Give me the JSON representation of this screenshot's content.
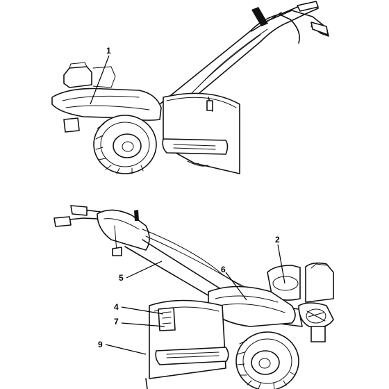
{
  "callouts": [
    {
      "id": "1",
      "label": "1"
    },
    {
      "id": "2",
      "label": "2"
    },
    {
      "id": "4",
      "label": "4"
    },
    {
      "id": "5",
      "label": "5"
    },
    {
      "id": "6",
      "label": "6"
    },
    {
      "id": "7",
      "label": "7"
    },
    {
      "id": "9",
      "label": "9"
    }
  ]
}
